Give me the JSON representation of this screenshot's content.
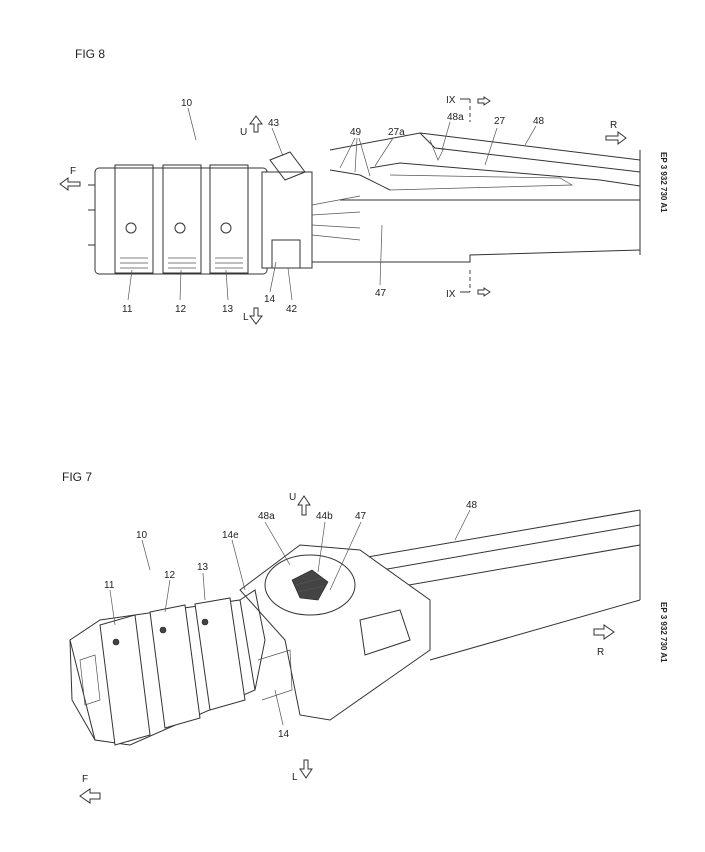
{
  "fig8": {
    "title": "FIG 8",
    "labels": {
      "n10": "10",
      "n43": "43",
      "n49": "49",
      "n27a": "27a",
      "n48a": "48a",
      "n27": "27",
      "n48": "48",
      "n11": "11",
      "n12": "12",
      "n13": "13",
      "n14": "14",
      "n42": "42",
      "n47": "47",
      "u": "U",
      "l": "L",
      "f": "F",
      "r": "R",
      "ix_top": "IX",
      "ix_bottom": "IX"
    }
  },
  "fig7": {
    "title": "FIG 7",
    "labels": {
      "n10": "10",
      "n11": "11",
      "n12": "12",
      "n13": "13",
      "n14e": "14e",
      "n48a": "48a",
      "n44b": "44b",
      "n47": "47",
      "n48": "48",
      "n14": "14",
      "u": "U",
      "l": "L",
      "f": "F",
      "r": "R"
    }
  },
  "side_label": "EP 3 932 730 A1",
  "icons": [
    "arrow-up-icon",
    "arrow-down-icon",
    "arrow-left-icon",
    "arrow-right-icon"
  ]
}
